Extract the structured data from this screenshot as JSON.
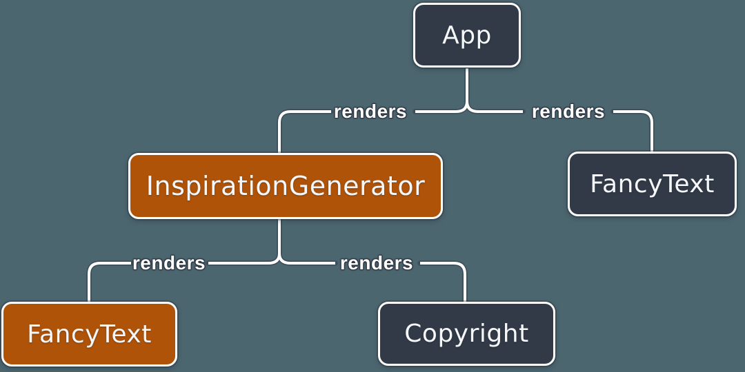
{
  "diagram": {
    "type": "component-render-tree",
    "background_color": "#4C6670",
    "colors": {
      "node_dark": "#313A46",
      "node_orange": "#AF5309",
      "node_border": "#FFFFFF",
      "line": "#FFFFFF",
      "text": "#F5F7FA"
    },
    "nodes": [
      {
        "id": "app",
        "label": "App",
        "variant": "dark"
      },
      {
        "id": "inspiration-generator",
        "label": "InspirationGenerator",
        "variant": "orange"
      },
      {
        "id": "fancy-text-right",
        "label": "FancyText",
        "variant": "dark"
      },
      {
        "id": "fancy-text-bottom",
        "label": "FancyText",
        "variant": "orange"
      },
      {
        "id": "copyright",
        "label": "Copyright",
        "variant": "dark"
      }
    ],
    "edges": [
      {
        "from": "App",
        "to": "InspirationGenerator",
        "label": "renders"
      },
      {
        "from": "App",
        "to": "FancyText",
        "label": "renders"
      },
      {
        "from": "InspirationGenerator",
        "to": "FancyText",
        "label": "renders"
      },
      {
        "from": "InspirationGenerator",
        "to": "Copyright",
        "label": "renders"
      }
    ]
  }
}
